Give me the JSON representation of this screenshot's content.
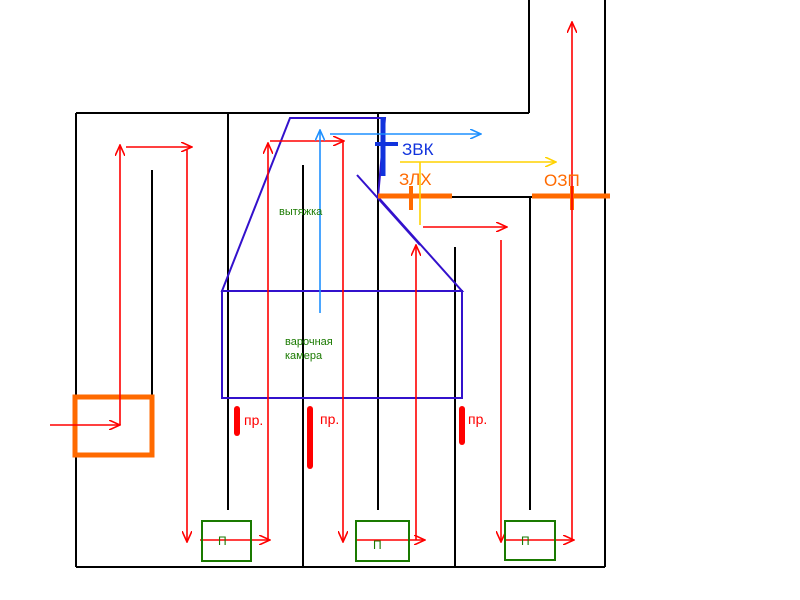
{
  "labels": {
    "zvk": "ЗВК",
    "zlh": "ЗЛХ",
    "ozp": "ОЗП",
    "hood": "вытяжка",
    "chamber_line1": "варочная",
    "chamber_line2": "камера",
    "pr_1": "пр.",
    "pr_2": "пр.",
    "pr_3": "пр.",
    "p_1": "П",
    "p_2": "П",
    "p_3": "П"
  },
  "colors": {
    "wall": "#000000",
    "flow": "#ff0000",
    "pr_bar": "#ff0000",
    "hood_chamber": "#3311cc",
    "zvk": "#1133dd",
    "zlh": "#ff6a00",
    "ozp": "#ff6a00",
    "blue_arrow": "#1e90ff",
    "yellow_arrow": "#ffd200",
    "green_text": "#1a7a00",
    "green_box": "#1a7a00",
    "orange_box": "#ff6a00"
  }
}
